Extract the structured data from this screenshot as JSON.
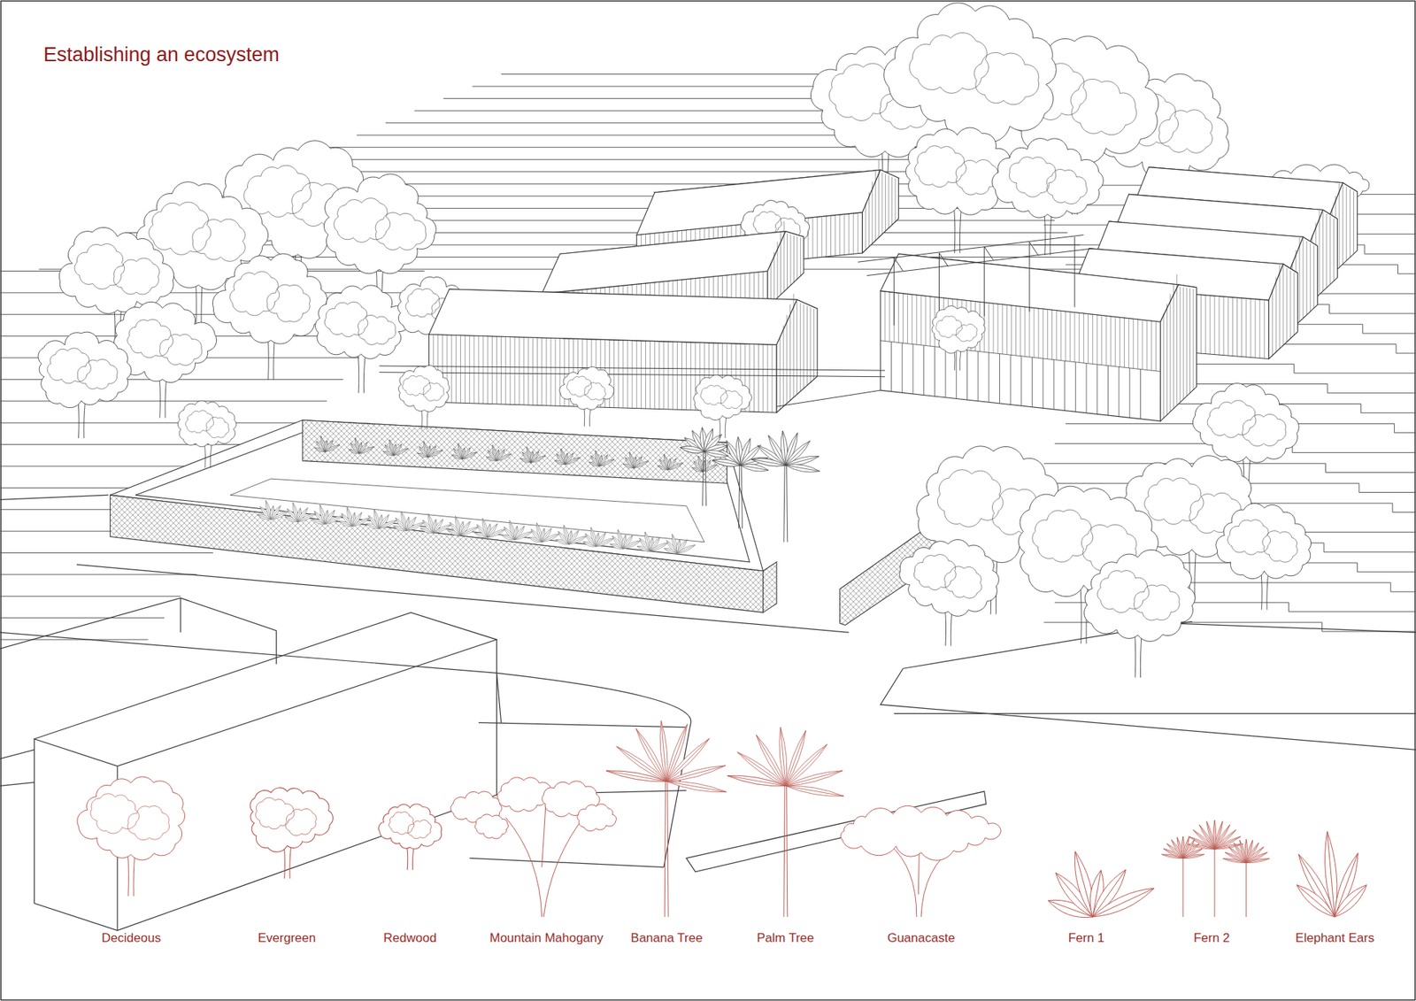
{
  "diagram": {
    "title": "Establishing an ecosystem",
    "labels": [
      "Decideous",
      "Evergreen",
      "Redwood",
      "Mountain Mahogany",
      "Banana Tree",
      "Palm Tree",
      "Guanacaste",
      "Fern 1",
      "Fern 2",
      "Elephant Ears"
    ]
  }
}
